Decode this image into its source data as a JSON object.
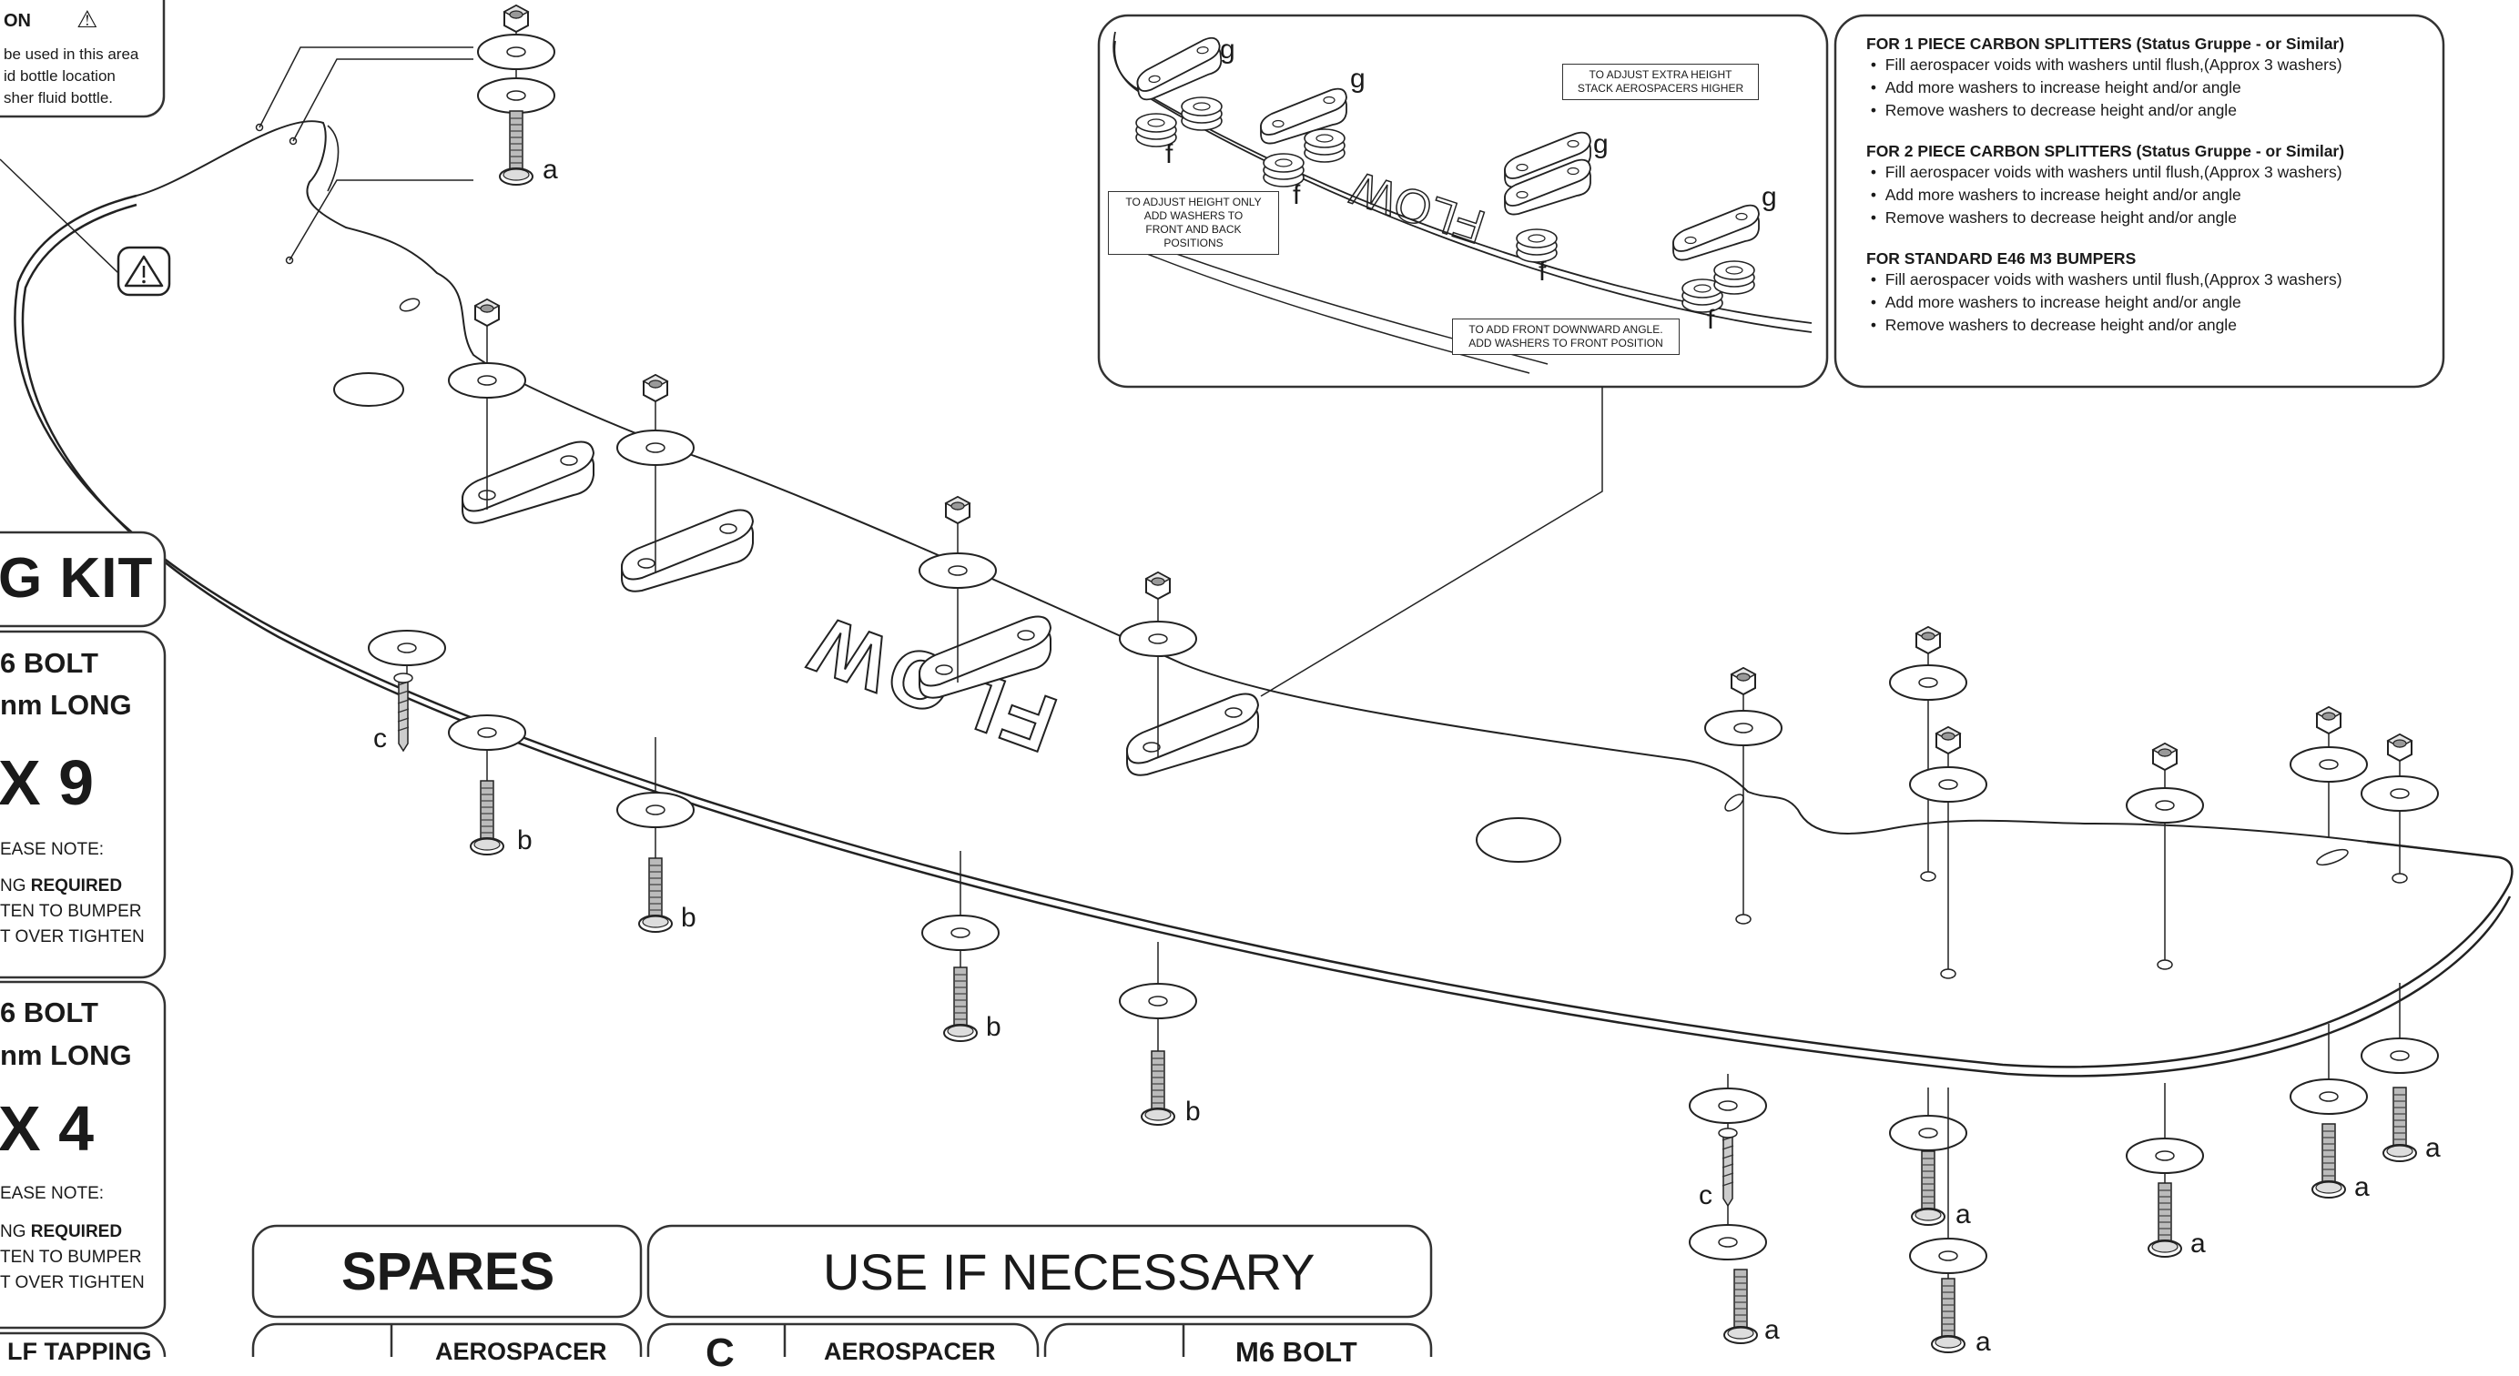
{
  "caution": {
    "title": "ON",
    "lines": [
      "be used in this area",
      "id bottle location",
      "sher fluid bottle."
    ]
  },
  "kit": {
    "title": "G KIT",
    "bolt1": {
      "line1": "6 BOLT",
      "line2": "nm LONG",
      "qty": "X 9",
      "note_head": "EASE NOTE:",
      "note_l1_prefix": "NG ",
      "note_l1_bold": "REQUIRED",
      "note_l2": "TEN TO BUMPER",
      "note_l3": "T OVER TIGHTEN"
    },
    "bolt2": {
      "line1": "6 BOLT",
      "line2": "nm LONG",
      "qty": "X 4",
      "note_head": "EASE NOTE:",
      "note_l1_prefix": "NG ",
      "note_l1_bold": "REQUIRED",
      "note_l2": "TEN TO BUMPER",
      "note_l3": "T OVER TIGHTEN"
    },
    "bottom_cut": "LF TAPPING"
  },
  "spares": {
    "title": "SPARES",
    "use_label": "USE IF NECESSARY",
    "cells": [
      {
        "letter": "",
        "label": "AEROSPACER"
      },
      {
        "letter": "C",
        "label": "AEROSPACER"
      },
      {
        "letter": "",
        "label": "M6 BOLT"
      }
    ]
  },
  "instructions": {
    "sections": [
      {
        "heading": "FOR 1 PIECE CARBON SPLITTERS (Status Gruppe - or Similar)",
        "items": [
          "Fill aerospacer voids with washers until flush,(Approx 3 washers)",
          "Add more washers to increase height and/or angle",
          "Remove washers to decrease height and/or angle"
        ]
      },
      {
        "heading": "FOR 2 PIECE CARBON SPLITTERS (Status Gruppe - or Similar)",
        "items": [
          "Fill aerospacer voids with washers until flush,(Approx 3 washers)",
          "Add more washers to increase height and/or angle",
          "Remove washers to decrease height and/or angle"
        ]
      },
      {
        "heading": "FOR STANDARD E46 M3 BUMPERS",
        "items": [
          "Fill aerospacer voids with washers until flush,(Approx 3 washers)",
          "Add more washers to increase height and/or angle",
          "Remove washers to decrease height and/or angle"
        ]
      }
    ]
  },
  "detail": {
    "callout_extra_height": [
      "TO ADJUST EXTRA HEIGHT",
      "STACK AEROSPACERS HIGHER"
    ],
    "callout_height_only": [
      "TO ADJUST HEIGHT ONLY",
      "ADD WASHERS TO",
      "FRONT AND BACK",
      "POSITIONS"
    ],
    "callout_downward": [
      "TO ADD FRONT DOWNWARD ANGLE.",
      "ADD WASHERS TO FRONT POSITION"
    ],
    "labels": [
      "g",
      "g",
      "g",
      "g",
      "f",
      "f",
      "f",
      "f"
    ]
  },
  "parts": {
    "a": "a",
    "b": "b",
    "c": "c"
  },
  "icons": [
    "warning-triangle-icon"
  ]
}
